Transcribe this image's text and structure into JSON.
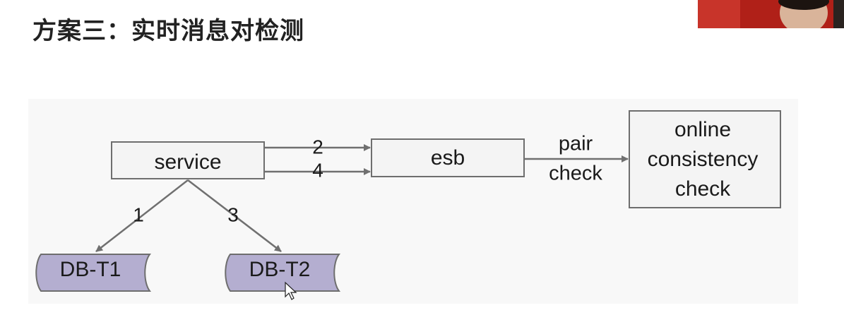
{
  "slide": {
    "title": "方案三：实时消息对检测"
  },
  "diagram": {
    "nodes": {
      "service": "service",
      "esb": "esb",
      "checker_line1": "online",
      "checker_line2": "consistency",
      "checker_line3": "check",
      "db1": "DB-T1",
      "db2": "DB-T2"
    },
    "edges": {
      "service_to_esb_a": "2",
      "service_to_esb_b": "4",
      "service_to_db1": "1",
      "service_to_db2": "3",
      "esb_to_checker_line1": "pair",
      "esb_to_checker_line2": "check"
    }
  },
  "colors": {
    "box_fill": "#f4f4f4",
    "box_stroke": "#6e6e6e",
    "db_fill": "#b4aed0",
    "arrow": "#707070"
  }
}
